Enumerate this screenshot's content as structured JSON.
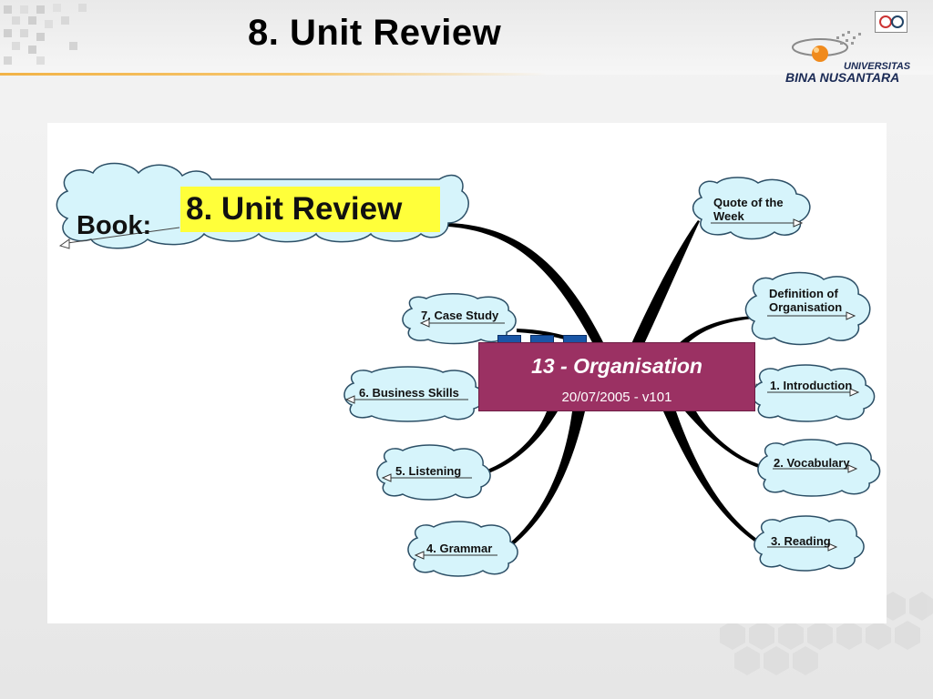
{
  "slide": {
    "title": "8. Unit Review"
  },
  "logo": {
    "line1": "UNIVERSITAS",
    "line2": "BINA NUSANTARA"
  },
  "mindmap": {
    "book_label": "Book:",
    "book_title": "8. Unit Review",
    "center_title": "13 - Organisation",
    "center_subtitle": "20/07/2005 - v101",
    "left_nodes": [
      {
        "label": "7. Case Study"
      },
      {
        "label": "6. Business Skills"
      },
      {
        "label": "5. Listening"
      },
      {
        "label": "4. Grammar"
      }
    ],
    "right_nodes": [
      {
        "label_line1": "Quote of the",
        "label_line2": "Week"
      },
      {
        "label_line1": "Definition of",
        "label_line2": "Organisation"
      },
      {
        "label_line1": "1. Introduction",
        "label_line2": ""
      },
      {
        "label_line1": "2. Vocabulary",
        "label_line2": ""
      },
      {
        "label_line1": "3. Reading",
        "label_line2": ""
      }
    ]
  },
  "colors": {
    "cloud_fill": "#d6f4fb",
    "cloud_stroke": "#2c4f66",
    "center_fill": "#9b3163",
    "highlight": "#ffff3a",
    "branch": "#000000"
  }
}
